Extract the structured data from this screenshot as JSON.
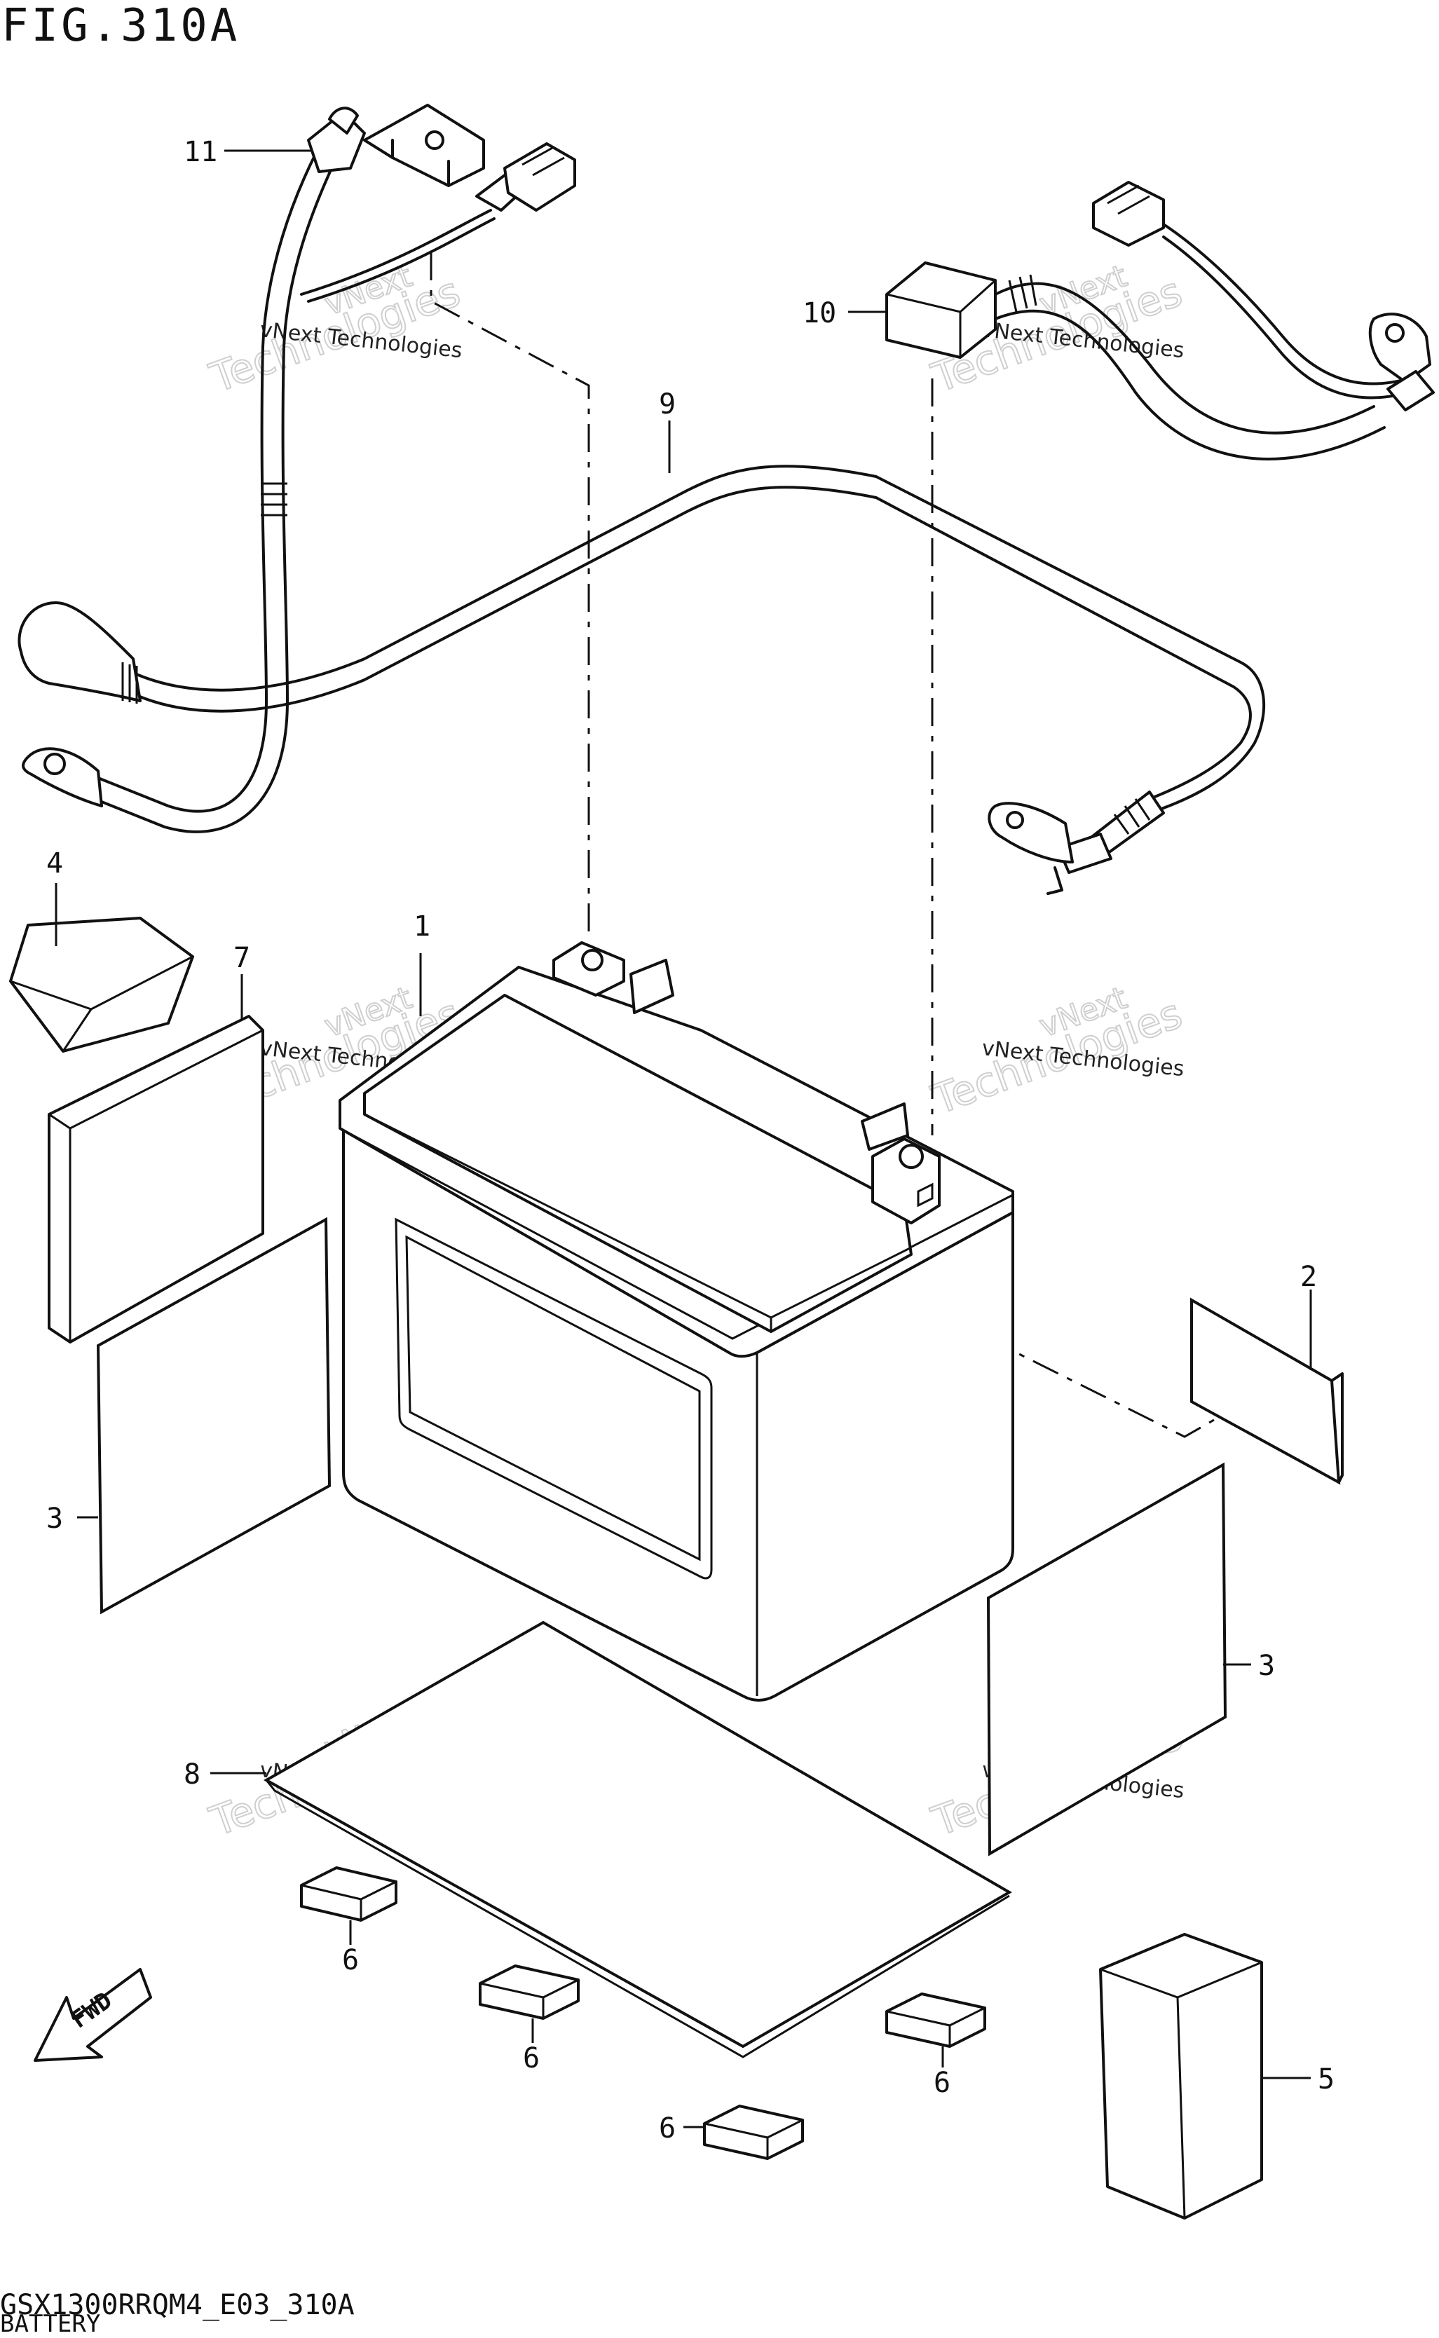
{
  "figure": {
    "title": "FIG.310A",
    "code": "GSX1300RRQM4_E03_310A",
    "name": "BATTERY"
  },
  "callouts": {
    "c1": "1",
    "c2": "2",
    "c3a": "3",
    "c3b": "3",
    "c4": "4",
    "c5": "5",
    "c6a": "6",
    "c6b": "6",
    "c6c": "6",
    "c6d": "6",
    "c7": "7",
    "c8": "8",
    "c9": "9",
    "c10": "10",
    "c11": "11"
  },
  "fwd_label": "FWD",
  "watermark": {
    "line1": "vNext",
    "line2": "vNext Technologies",
    "line3": "Technologies"
  }
}
